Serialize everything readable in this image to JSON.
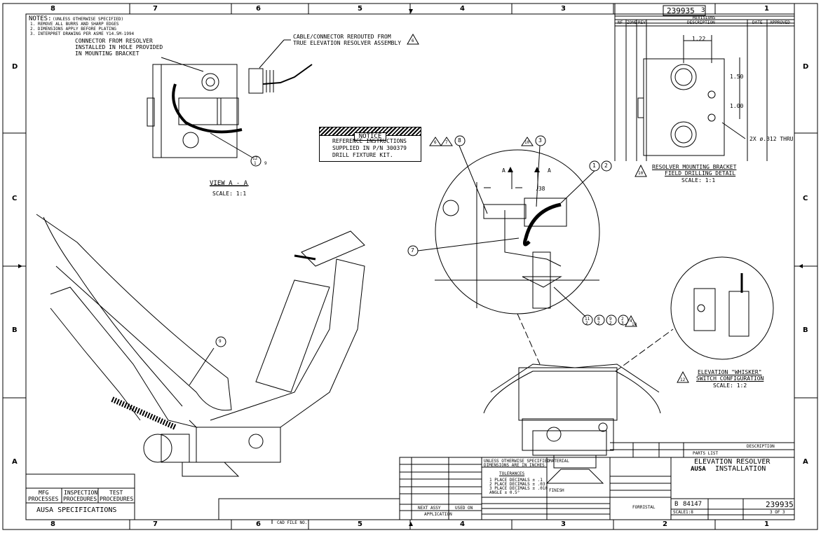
{
  "sheet": {
    "drawing_number": "239935",
    "sheet_ref": "3",
    "zone_cols_top": [
      "8",
      "7",
      "6",
      "5",
      "4",
      "3",
      "2",
      "1"
    ],
    "zone_rows": [
      "D",
      "C",
      "B",
      "A"
    ]
  },
  "notes": {
    "title": "NOTES:",
    "qualifier": "(UNLESS OTHERWISE SPECIFIED)",
    "lines": [
      "1. REMOVE ALL BURRS AND SHARP EDGES",
      "2. DIMENSIONS APPLY BEFORE PLATING",
      "3. INTERPRET DRAWING PER ASME Y14.5M-1994"
    ]
  },
  "callouts": {
    "connector_resolver": [
      "CONNECTOR FROM RESOLVER",
      "INSTALLED IN HOLE PROVIDED",
      "IN MOUNTING BRACKET"
    ],
    "cable_rerouted": [
      "CABLE/CONNECTOR REROUTED FROM",
      "TRUE ELEVATION RESOLVER ASSEMBLY"
    ],
    "cable_flag": "6",
    "view_aa": "VIEW A - A",
    "view_aa_scale": "SCALE: 1:1",
    "balloon_12": "12",
    "balloon_1": "1",
    "balloon_9": "9",
    "notice_title": "NOTICE",
    "notice_lines": [
      "REFERENCE INSTRUCTIONS",
      "SUPPLIED IN P/N 300379",
      "DRILL FIXTURE KIT."
    ],
    "bracket_title": [
      "RESOLVER MOUNTING BRACKET",
      "FIELD DRILLING DETAIL"
    ],
    "bracket_flag": "10",
    "bracket_scale": "SCALE: 1:1",
    "dim_122": "1.22",
    "dim_150": "1.50",
    "dim_100": "1.00",
    "dim_thru": "2X ø.312 THRU",
    "dim_38": ".38",
    "section_a": "A",
    "balloon_8": "8",
    "balloon_3": "3",
    "balloon_7": "7",
    "balloon_2": "2",
    "flag_6": "6",
    "flag_7": "7",
    "flag_10": "10",
    "flag_9": "9",
    "whisker_title": [
      "ELEVATION \"WHISKER\"",
      "SWITCH CONFIGURATION"
    ],
    "whisker_flag": "12",
    "whisker_scale": "SCALE: 1:2",
    "bottom_balloons": [
      "11",
      "8",
      "9",
      "2",
      "4"
    ],
    "bottom_balloons_sub": [
      "2",
      "2",
      "2",
      "3",
      "10"
    ]
  },
  "revisions": {
    "header": "REVISIONS",
    "columns": [
      "NF",
      "ZONE",
      "REV",
      "DESCRIPTION",
      "DATE",
      "APPROVED"
    ]
  },
  "title_block": {
    "mfg": [
      "MFG",
      "PROCESSES"
    ],
    "inspection": [
      "INSPECTION",
      "PROCEDURES"
    ],
    "test": [
      "TEST",
      "PROCEDURES"
    ],
    "specifications": "AUSA SPECIFICATIONS",
    "next_assy": "NEXT ASSY",
    "used_on": "USED ON",
    "application": "APPLICATION",
    "cad_file": "CAD FILE NO.",
    "tolerances_header": [
      "UNLESS OTHERWISE SPECIFIED",
      "DIMENSIONS ARE IN INCHES"
    ],
    "tolerances": "TOLERANCES",
    "tol_lines": [
      "1 PLACE DECIMALS ± .1",
      "2 PLACE DECIMALS ± .03",
      "3 PLACE DECIMALS ± .010",
      "ANGLE ± 0.5°"
    ],
    "finish": "FINISH",
    "material": "MATERIAL",
    "elevation_title_1": "ELEVATION RESOLVER",
    "elevation_title_2": "INSTALLATION",
    "company": "AUSA",
    "parts_list": "PARTS LIST",
    "description": "DESCRIPTION",
    "forristal": "FORRISTAL",
    "size": "B",
    "cage_code": "84147",
    "dwg_no": "239935",
    "scale_label": "SCALE",
    "scale_value": "1:8",
    "sheet_value": "3 OF 3"
  },
  "colors": {
    "ink": "#000000",
    "paper": "#ffffff"
  }
}
